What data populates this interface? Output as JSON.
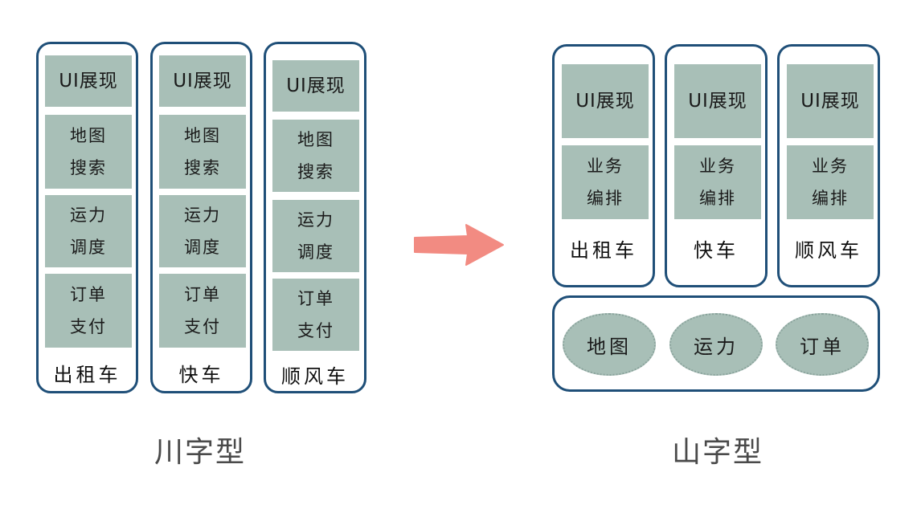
{
  "left": {
    "columns": [
      {
        "blocks": [
          {
            "lines": [
              "UI展现"
            ]
          },
          {
            "lines": [
              "地图",
              "搜索"
            ]
          },
          {
            "lines": [
              "运力",
              "调度"
            ]
          },
          {
            "lines": [
              "订单",
              "支付"
            ]
          }
        ],
        "name": "出租车"
      },
      {
        "blocks": [
          {
            "lines": [
              "UI展现"
            ]
          },
          {
            "lines": [
              "地图",
              "搜索"
            ]
          },
          {
            "lines": [
              "运力",
              "调度"
            ]
          },
          {
            "lines": [
              "订单",
              "支付"
            ]
          }
        ],
        "name": "快车"
      },
      {
        "blocks": [
          {
            "lines": [
              "UI展现"
            ]
          },
          {
            "lines": [
              "地图",
              "搜索"
            ]
          },
          {
            "lines": [
              "运力",
              "调度"
            ]
          },
          {
            "lines": [
              "订单",
              "支付"
            ]
          }
        ],
        "name": "顺风车"
      }
    ],
    "caption": "川字型"
  },
  "right": {
    "columns": [
      {
        "blocks": [
          {
            "lines": [
              "UI展现"
            ]
          },
          {
            "lines": [
              "业务",
              "编排"
            ]
          }
        ],
        "name": "出租车"
      },
      {
        "blocks": [
          {
            "lines": [
              "UI展现"
            ]
          },
          {
            "lines": [
              "业务",
              "编排"
            ]
          }
        ],
        "name": "快车"
      },
      {
        "blocks": [
          {
            "lines": [
              "UI展现"
            ]
          },
          {
            "lines": [
              "业务",
              "编排"
            ]
          }
        ],
        "name": "顺风车"
      }
    ],
    "shared": [
      "地图",
      "运力",
      "订单"
    ],
    "caption": "山字型"
  },
  "colors": {
    "border": "#1f4f78",
    "block": "#a8bfb7",
    "arrow": "#f28b82"
  }
}
